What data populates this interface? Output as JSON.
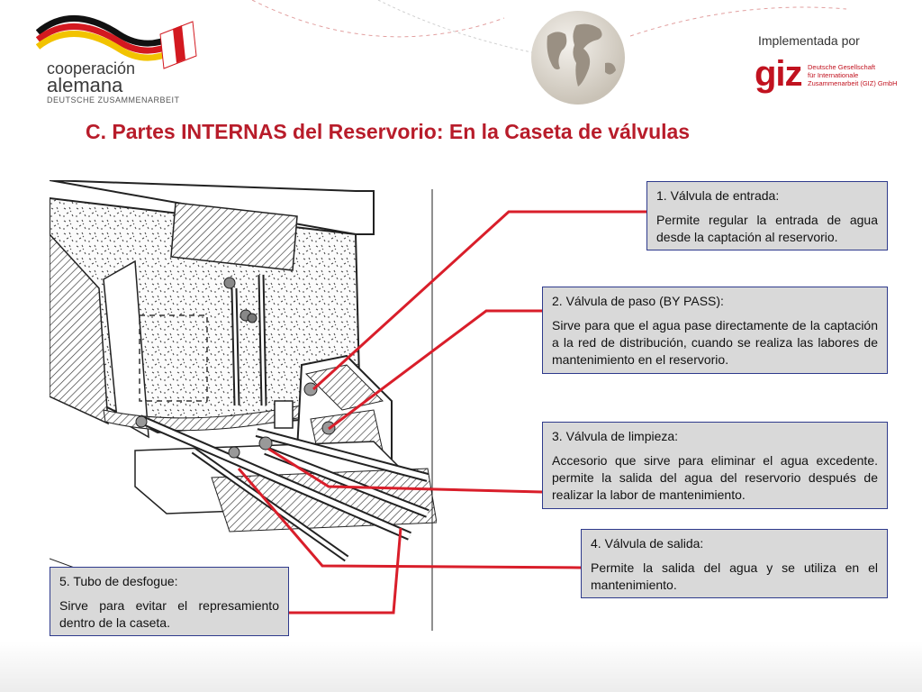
{
  "header": {
    "logo_left": {
      "line1": "cooperación",
      "line2": "alemana",
      "line3": "DEUTSCHE ZUSAMMENARBEIT"
    },
    "implemented_by": "Implementada por",
    "giz": {
      "logo": "giz",
      "line1": "Deutsche Gesellschaft",
      "line2": "für Internationale",
      "line3": "Zusammenarbeit (GIZ) GmbH"
    }
  },
  "title": "C. Partes INTERNAS del Reservorio: En la Caseta de válvulas",
  "callouts": [
    {
      "title": "1. Válvula de entrada:",
      "text": "Permite regular la entrada de agua desde la captación al reservorio."
    },
    {
      "title": "2. Válvula de paso (BY PASS):",
      "text": "Sirve para que el agua pase directamente de la captación a la red de distribución, cuando se realiza las labores de mantenimiento en el reservorio."
    },
    {
      "title": "3. Válvula de limpieza:",
      "text": "Accesorio que sirve para eliminar el agua excedente. permite la salida del agua del reservorio después de realizar la labor de mantenimiento."
    },
    {
      "title": "4. Válvula de salida:",
      "text": "Permite la salida del agua y se utiliza en el mantenimiento."
    },
    {
      "title": "5. Tubo de desfogue:",
      "text": "Sirve para evitar el represamiento dentro de la caseta."
    }
  ],
  "colors": {
    "title": "#b81c2a",
    "leader": "#d91e2a",
    "callout_border": "#2e3a8c",
    "callout_bg": "#d9d9d9"
  }
}
